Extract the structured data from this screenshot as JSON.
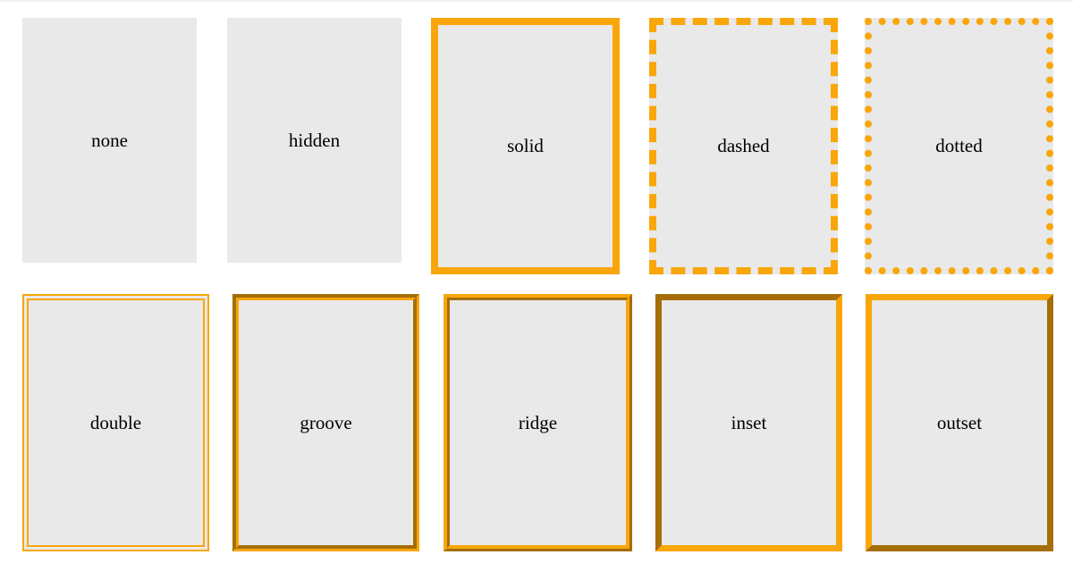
{
  "accent_color": "#f9a60a",
  "box_background": "#e9e9e9",
  "boxes": [
    {
      "label": "none"
    },
    {
      "label": "hidden"
    },
    {
      "label": "solid"
    },
    {
      "label": "dashed"
    },
    {
      "label": "dotted"
    },
    {
      "label": "double"
    },
    {
      "label": "groove"
    },
    {
      "label": "ridge"
    },
    {
      "label": "inset"
    },
    {
      "label": "outset"
    }
  ]
}
